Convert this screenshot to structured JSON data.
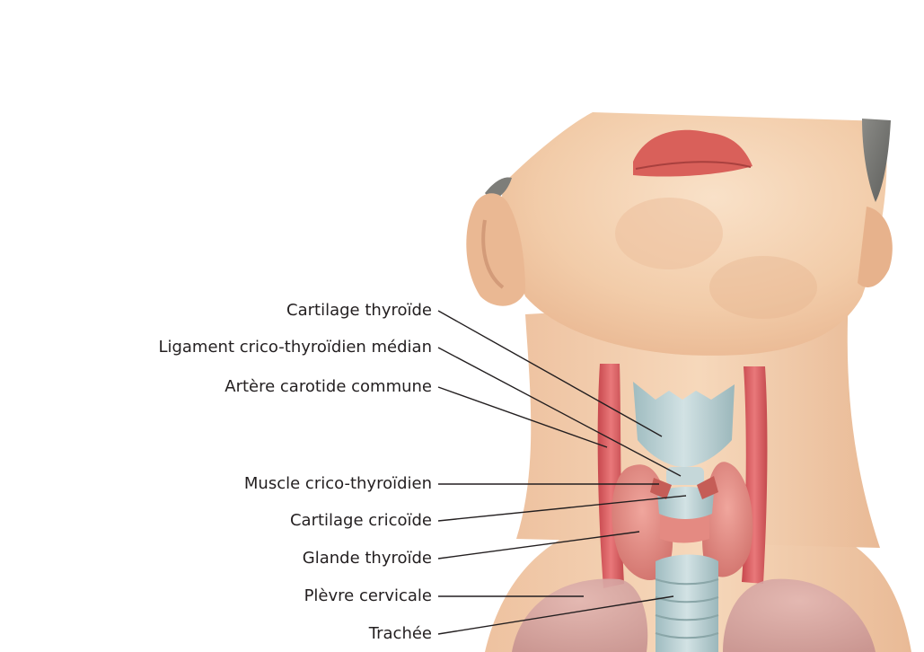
{
  "labels": {
    "cartilage_thyroide": "Cartilage thyroïde",
    "ligament_crico_thyroidien": "Ligament crico-thyroïdien médian",
    "artere_carotide": "Artère carotide commune",
    "muscle_crico_thyroidien": "Muscle crico-thyroïdien",
    "cartilage_cricoide": "Cartilage cricoïde",
    "glande_thyroide": "Glande thyroïde",
    "plevre_cervicale": "Plèvre cervicale",
    "trachee": "Trachée"
  },
  "colors": {
    "skin": "#f6d5b6",
    "skin_shadow": "#e9b993",
    "lips": "#d9605a",
    "artery": "#d8575a",
    "thyroid_gland": "#e48a82",
    "cartilage": "#b5cdd1",
    "trachea": "#a9c2c3",
    "pleura": "#d3a3a3",
    "leader_line": "#231f20"
  }
}
